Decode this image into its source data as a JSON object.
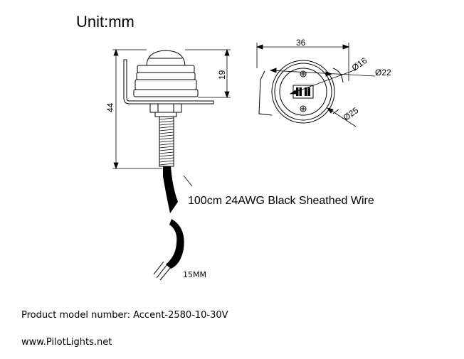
{
  "header": {
    "unit": "Unit:mm"
  },
  "side_view": {
    "height_total": "44",
    "height_head": "19",
    "wire_label": "100cm 24AWG Black Sheathed Wire",
    "strip_length": "15MM"
  },
  "front_view": {
    "width": "36",
    "dia_inner": "Ø16",
    "dia_mid": "Ø22",
    "dia_outer": "Ø25"
  },
  "footer": {
    "model_line": "Product model number:  Accent-2580-10-30V",
    "website": "www.PilotLights.net"
  }
}
